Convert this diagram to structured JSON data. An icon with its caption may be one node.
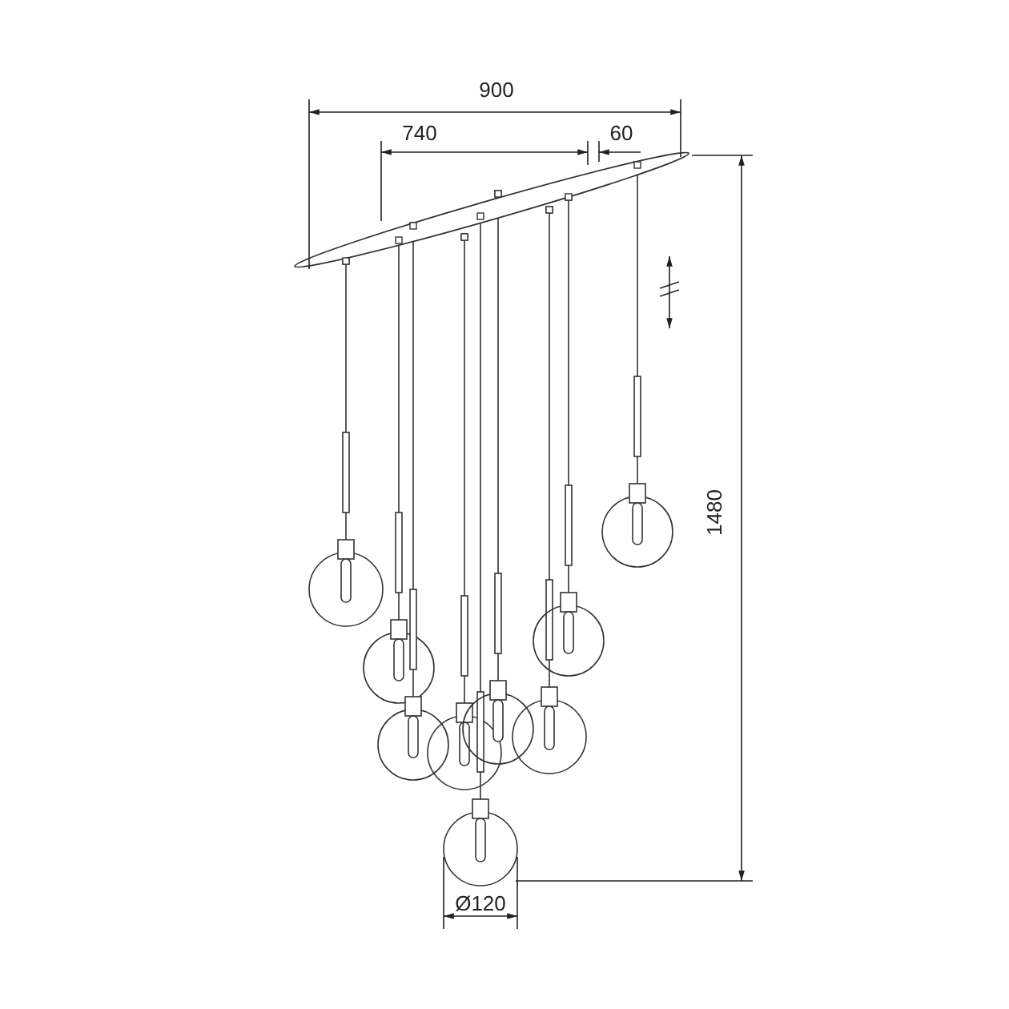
{
  "diagram": {
    "labels": [
      "900",
      "740",
      "60",
      "1480",
      "Ø120"
    ]
  }
}
